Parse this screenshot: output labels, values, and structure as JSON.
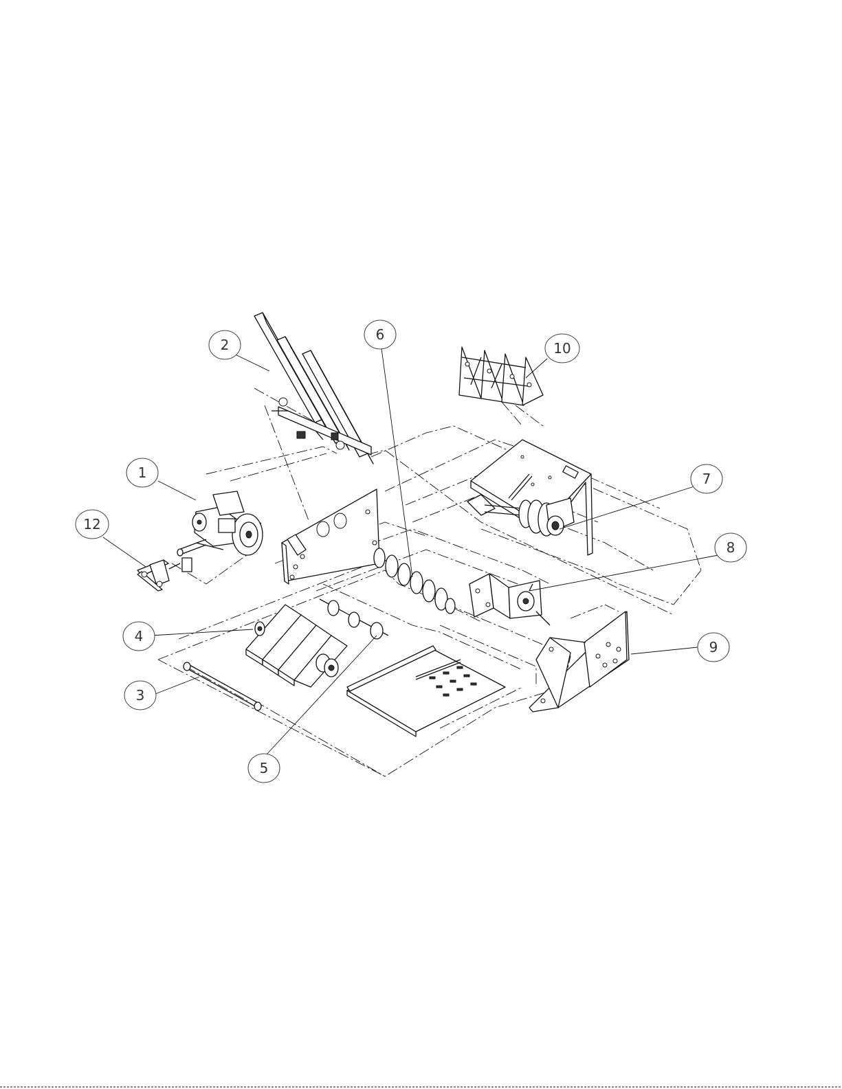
{
  "drawing": {
    "callouts": [
      {
        "id": "callout-1",
        "label": "1"
      },
      {
        "id": "callout-2",
        "label": "2"
      },
      {
        "id": "callout-3",
        "label": "3"
      },
      {
        "id": "callout-4",
        "label": "4"
      },
      {
        "id": "callout-5",
        "label": "5"
      },
      {
        "id": "callout-6",
        "label": "6"
      },
      {
        "id": "callout-7",
        "label": "7"
      },
      {
        "id": "callout-8",
        "label": "8"
      },
      {
        "id": "callout-9",
        "label": "9"
      },
      {
        "id": "callout-10",
        "label": "10"
      },
      {
        "id": "callout-12",
        "label": "12"
      }
    ],
    "colors": {
      "ink": "#111111",
      "balloon_ink": "#444444",
      "paper": "#ffffff"
    }
  }
}
